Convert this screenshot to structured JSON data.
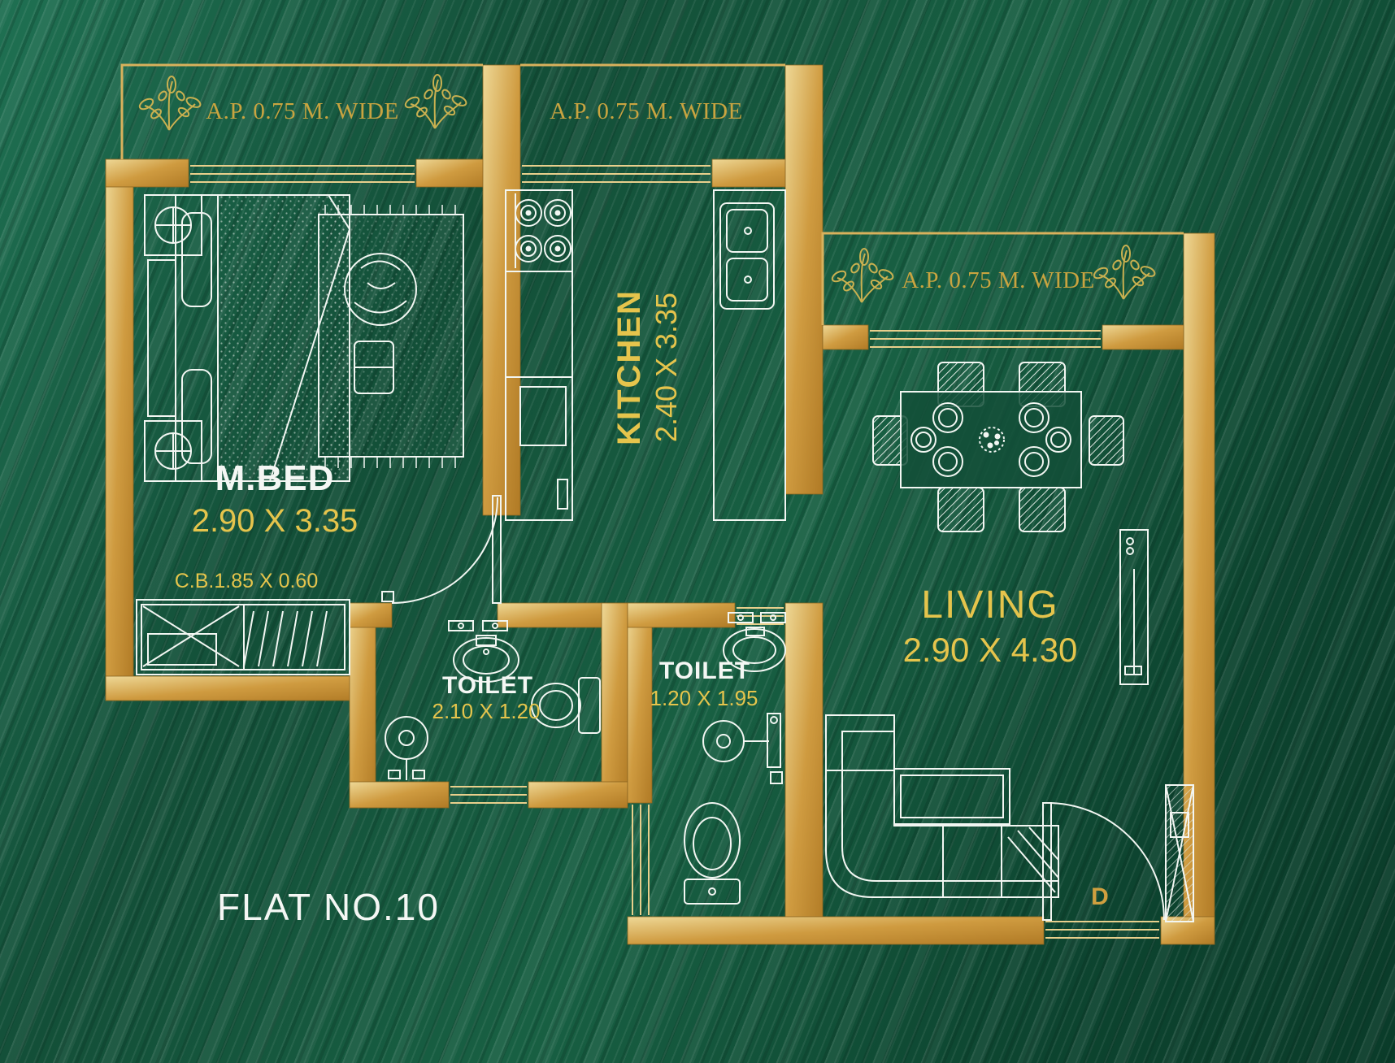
{
  "colors": {
    "background_green": "#134f38",
    "wall_gold": "#cf9b40",
    "furniture_line": "#f2f6f2",
    "text_gold": "#e5c44c",
    "serif_gold": "#c9a440",
    "text_white": "#ffffff"
  },
  "flat_label": "FLAT NO.10",
  "door_label": "D",
  "balconies": {
    "top_left": {
      "label": "A.P. 0.75 M. WIDE"
    },
    "top_middle": {
      "label": "A.P. 0.75 M. WIDE"
    },
    "right": {
      "label": "A.P. 0.75 M. WIDE"
    }
  },
  "rooms": {
    "master_bedroom": {
      "name": "M.BED",
      "dimensions": "2.90 X 3.35"
    },
    "cupboard_label": "C.B.1.85 X 0.60",
    "kitchen": {
      "name": "KITCHEN",
      "dimensions": "2.40 X 3.35"
    },
    "living": {
      "name": "LIVING",
      "dimensions": "2.90 X 4.30"
    },
    "toilet_master": {
      "name": "TOILET",
      "dimensions": "2.10 X 1.20"
    },
    "toilet_common": {
      "name": "TOILET",
      "dimensions": "1.20 X 1.95"
    }
  }
}
